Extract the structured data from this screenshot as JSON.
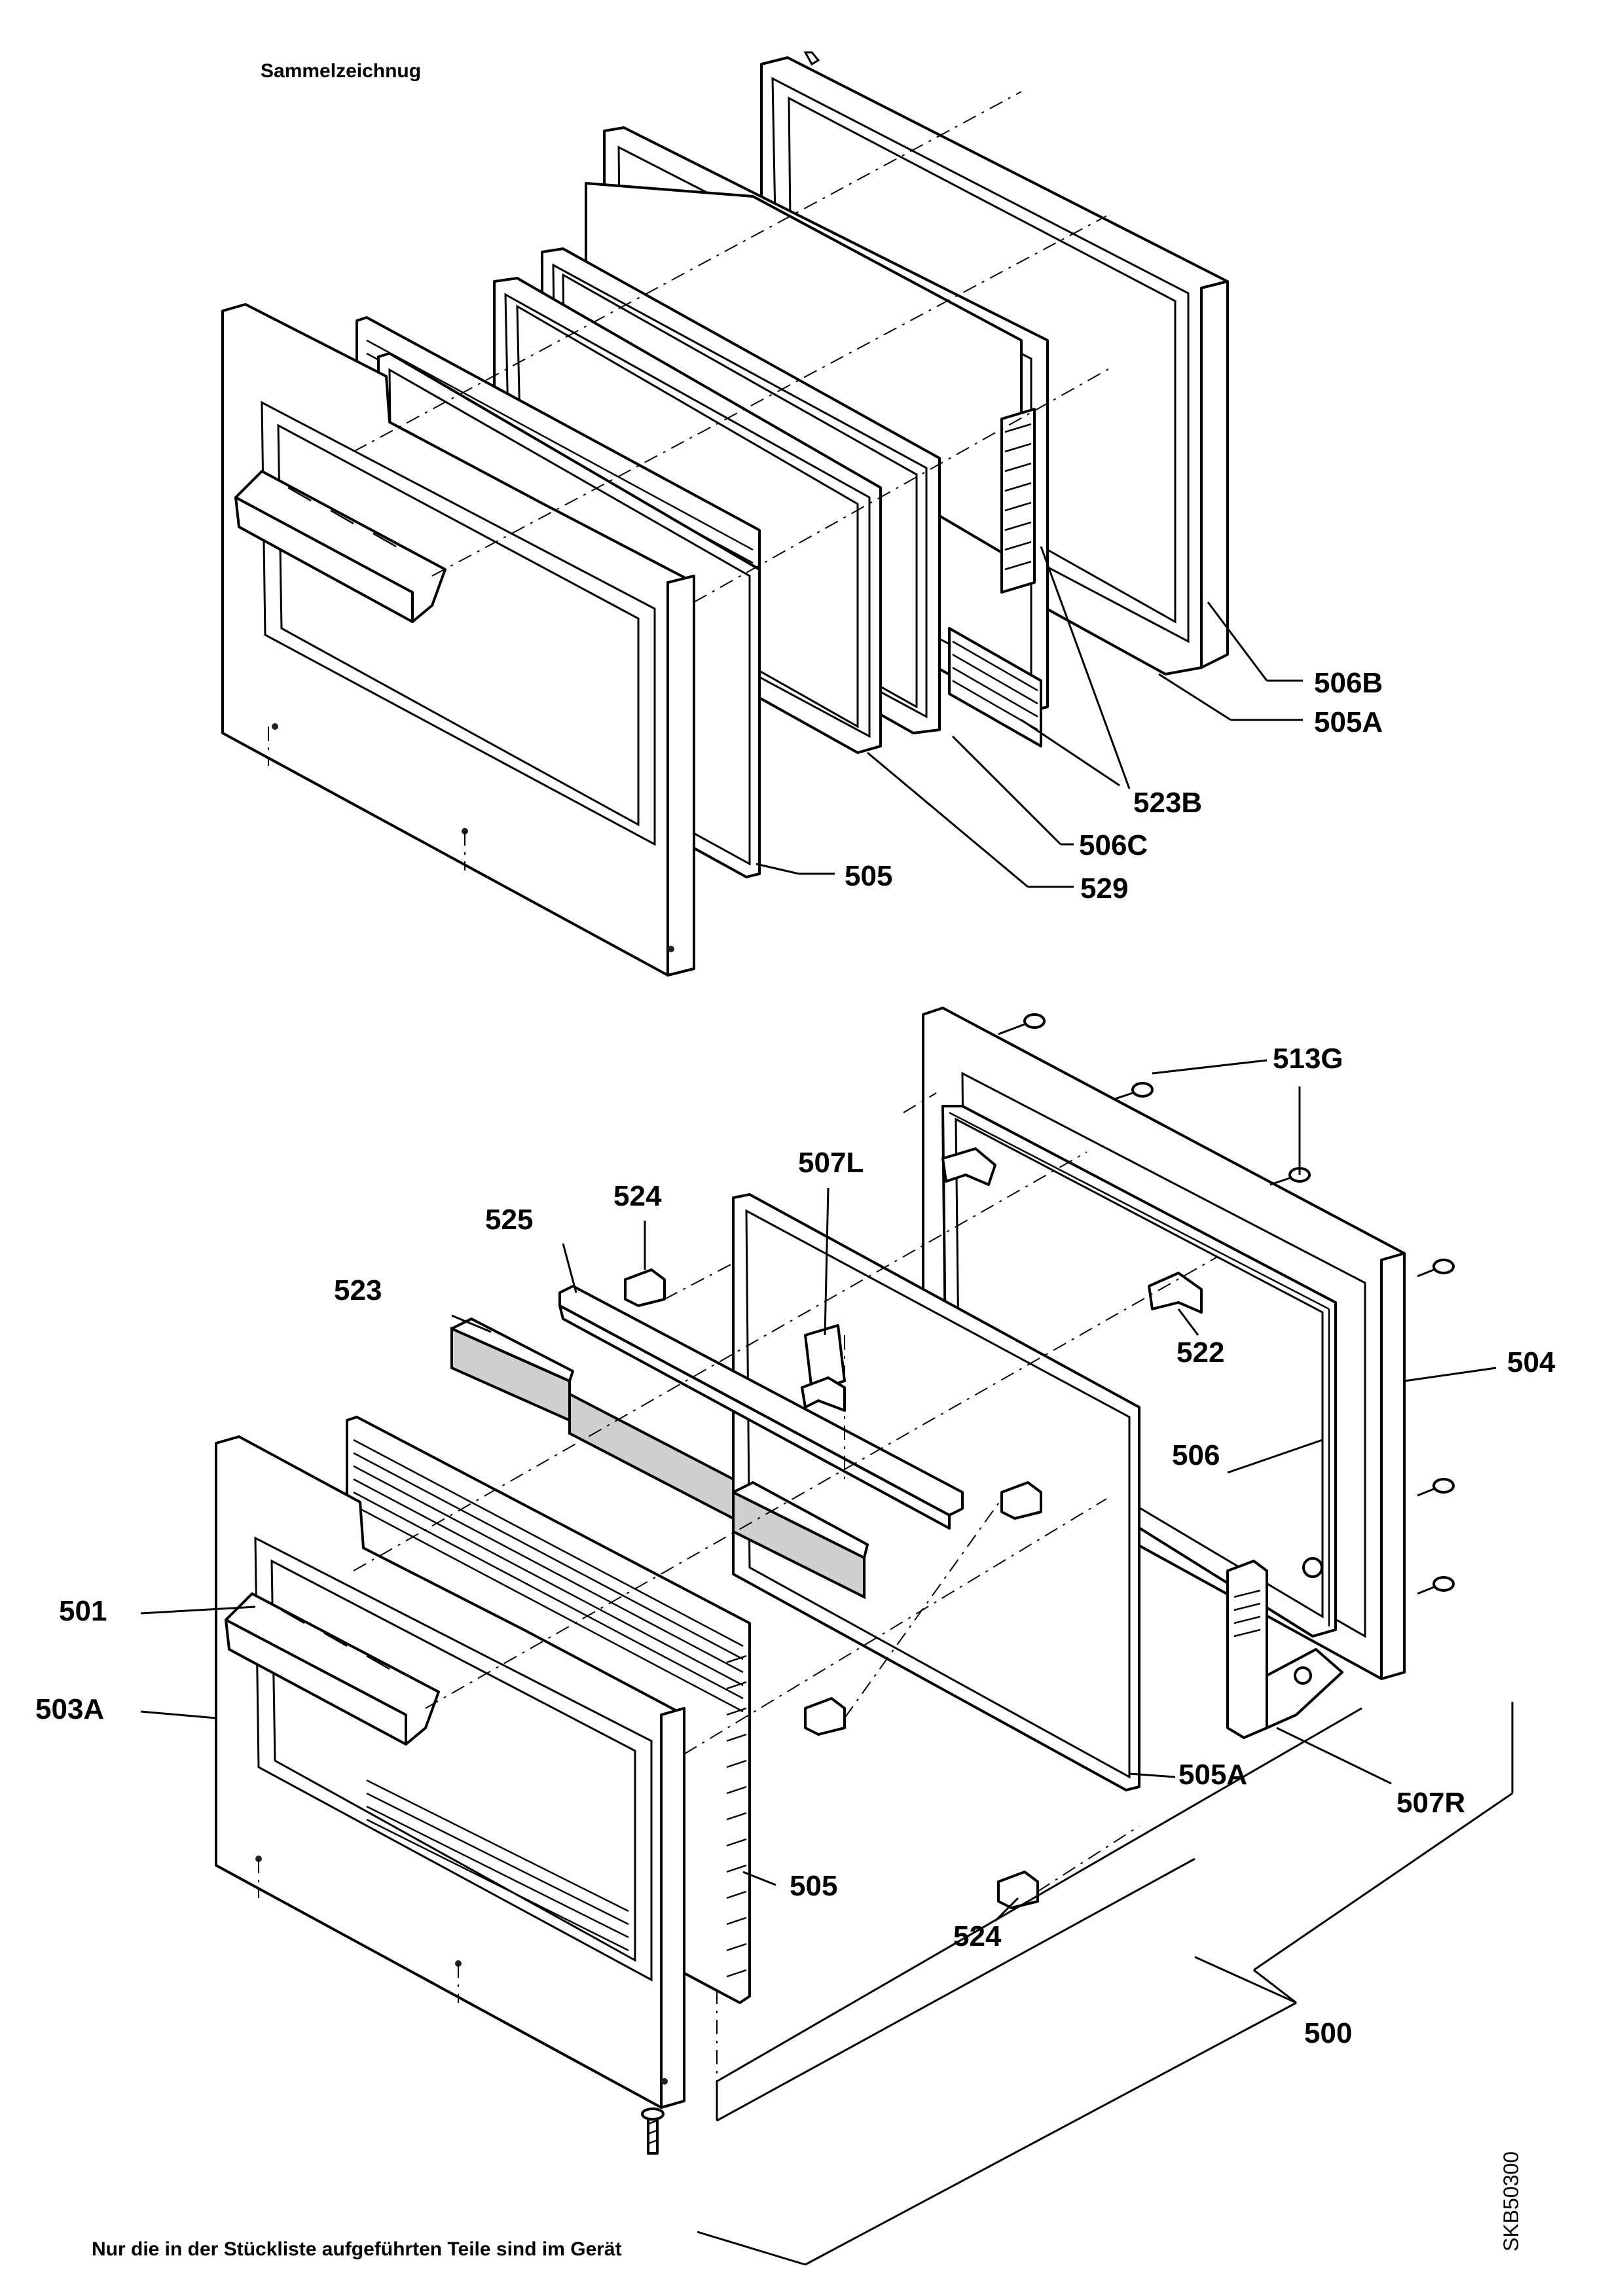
{
  "header": {
    "title": "Sammelzeichnug"
  },
  "footer": {
    "note": "Nur die in der Stückliste aufgeführten Teile sind im Gerät"
  },
  "drawing_code": "SKB50300",
  "upper_assembly": {
    "labels": [
      "506B",
      "505A",
      "523B",
      "506C",
      "505",
      "529"
    ]
  },
  "lower_assembly": {
    "labels": [
      "513G",
      "524",
      "507L",
      "525",
      "523",
      "522",
      "504",
      "506",
      "501",
      "503A",
      "505A",
      "507R",
      "505",
      "524",
      "500"
    ]
  }
}
